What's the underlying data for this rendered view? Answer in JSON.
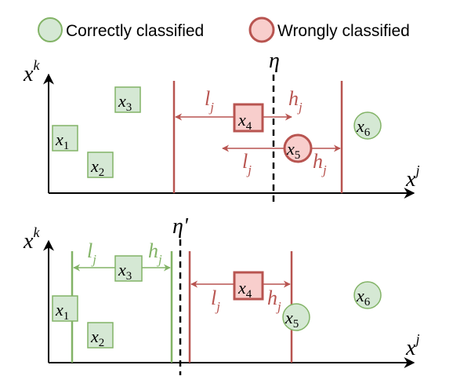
{
  "colors": {
    "correct_fill": "#d5e8d4",
    "correct_stroke": "#82b366",
    "wrong_fill": "#f8cecc",
    "wrong_stroke": "#b85450",
    "green_line": "#82b366",
    "red_line": "#b85450",
    "axis": "#000000"
  },
  "legend": {
    "correct_label": "Correctly classified",
    "wrong_label": "Wrongly classified"
  },
  "top_panel": {
    "y_axis_base": "x",
    "y_axis_sup": "k",
    "x_axis_base": "x",
    "x_axis_sup": "j",
    "threshold_label": "η",
    "points": {
      "x1": {
        "base": "x",
        "sub": "1"
      },
      "x2": {
        "base": "x",
        "sub": "2"
      },
      "x3": {
        "base": "x",
        "sub": "3"
      },
      "x4": {
        "base": "x",
        "sub": "4"
      },
      "x5": {
        "base": "x",
        "sub": "5"
      },
      "x6": {
        "base": "x",
        "sub": "6"
      }
    },
    "l_upper": {
      "base": "l",
      "sub": "j"
    },
    "h_upper": {
      "base": "h",
      "sub": "j"
    },
    "l_lower": {
      "base": "l",
      "sub": "j"
    },
    "h_lower": {
      "base": "h",
      "sub": "j"
    }
  },
  "bottom_panel": {
    "y_axis_base": "x",
    "y_axis_sup": "k",
    "x_axis_base": "x",
    "x_axis_sup": "j",
    "threshold_label": "η'",
    "points": {
      "x1": {
        "base": "x",
        "sub": "1"
      },
      "x2": {
        "base": "x",
        "sub": "2"
      },
      "x3": {
        "base": "x",
        "sub": "3"
      },
      "x4": {
        "base": "x",
        "sub": "4"
      },
      "x5": {
        "base": "x",
        "sub": "5"
      },
      "x6": {
        "base": "x",
        "sub": "6"
      }
    },
    "l_green": {
      "base": "l",
      "sub": "j"
    },
    "h_green": {
      "base": "h",
      "sub": "j"
    },
    "l_red": {
      "base": "l",
      "sub": "j"
    },
    "h_red": {
      "base": "h",
      "sub": "j"
    }
  }
}
